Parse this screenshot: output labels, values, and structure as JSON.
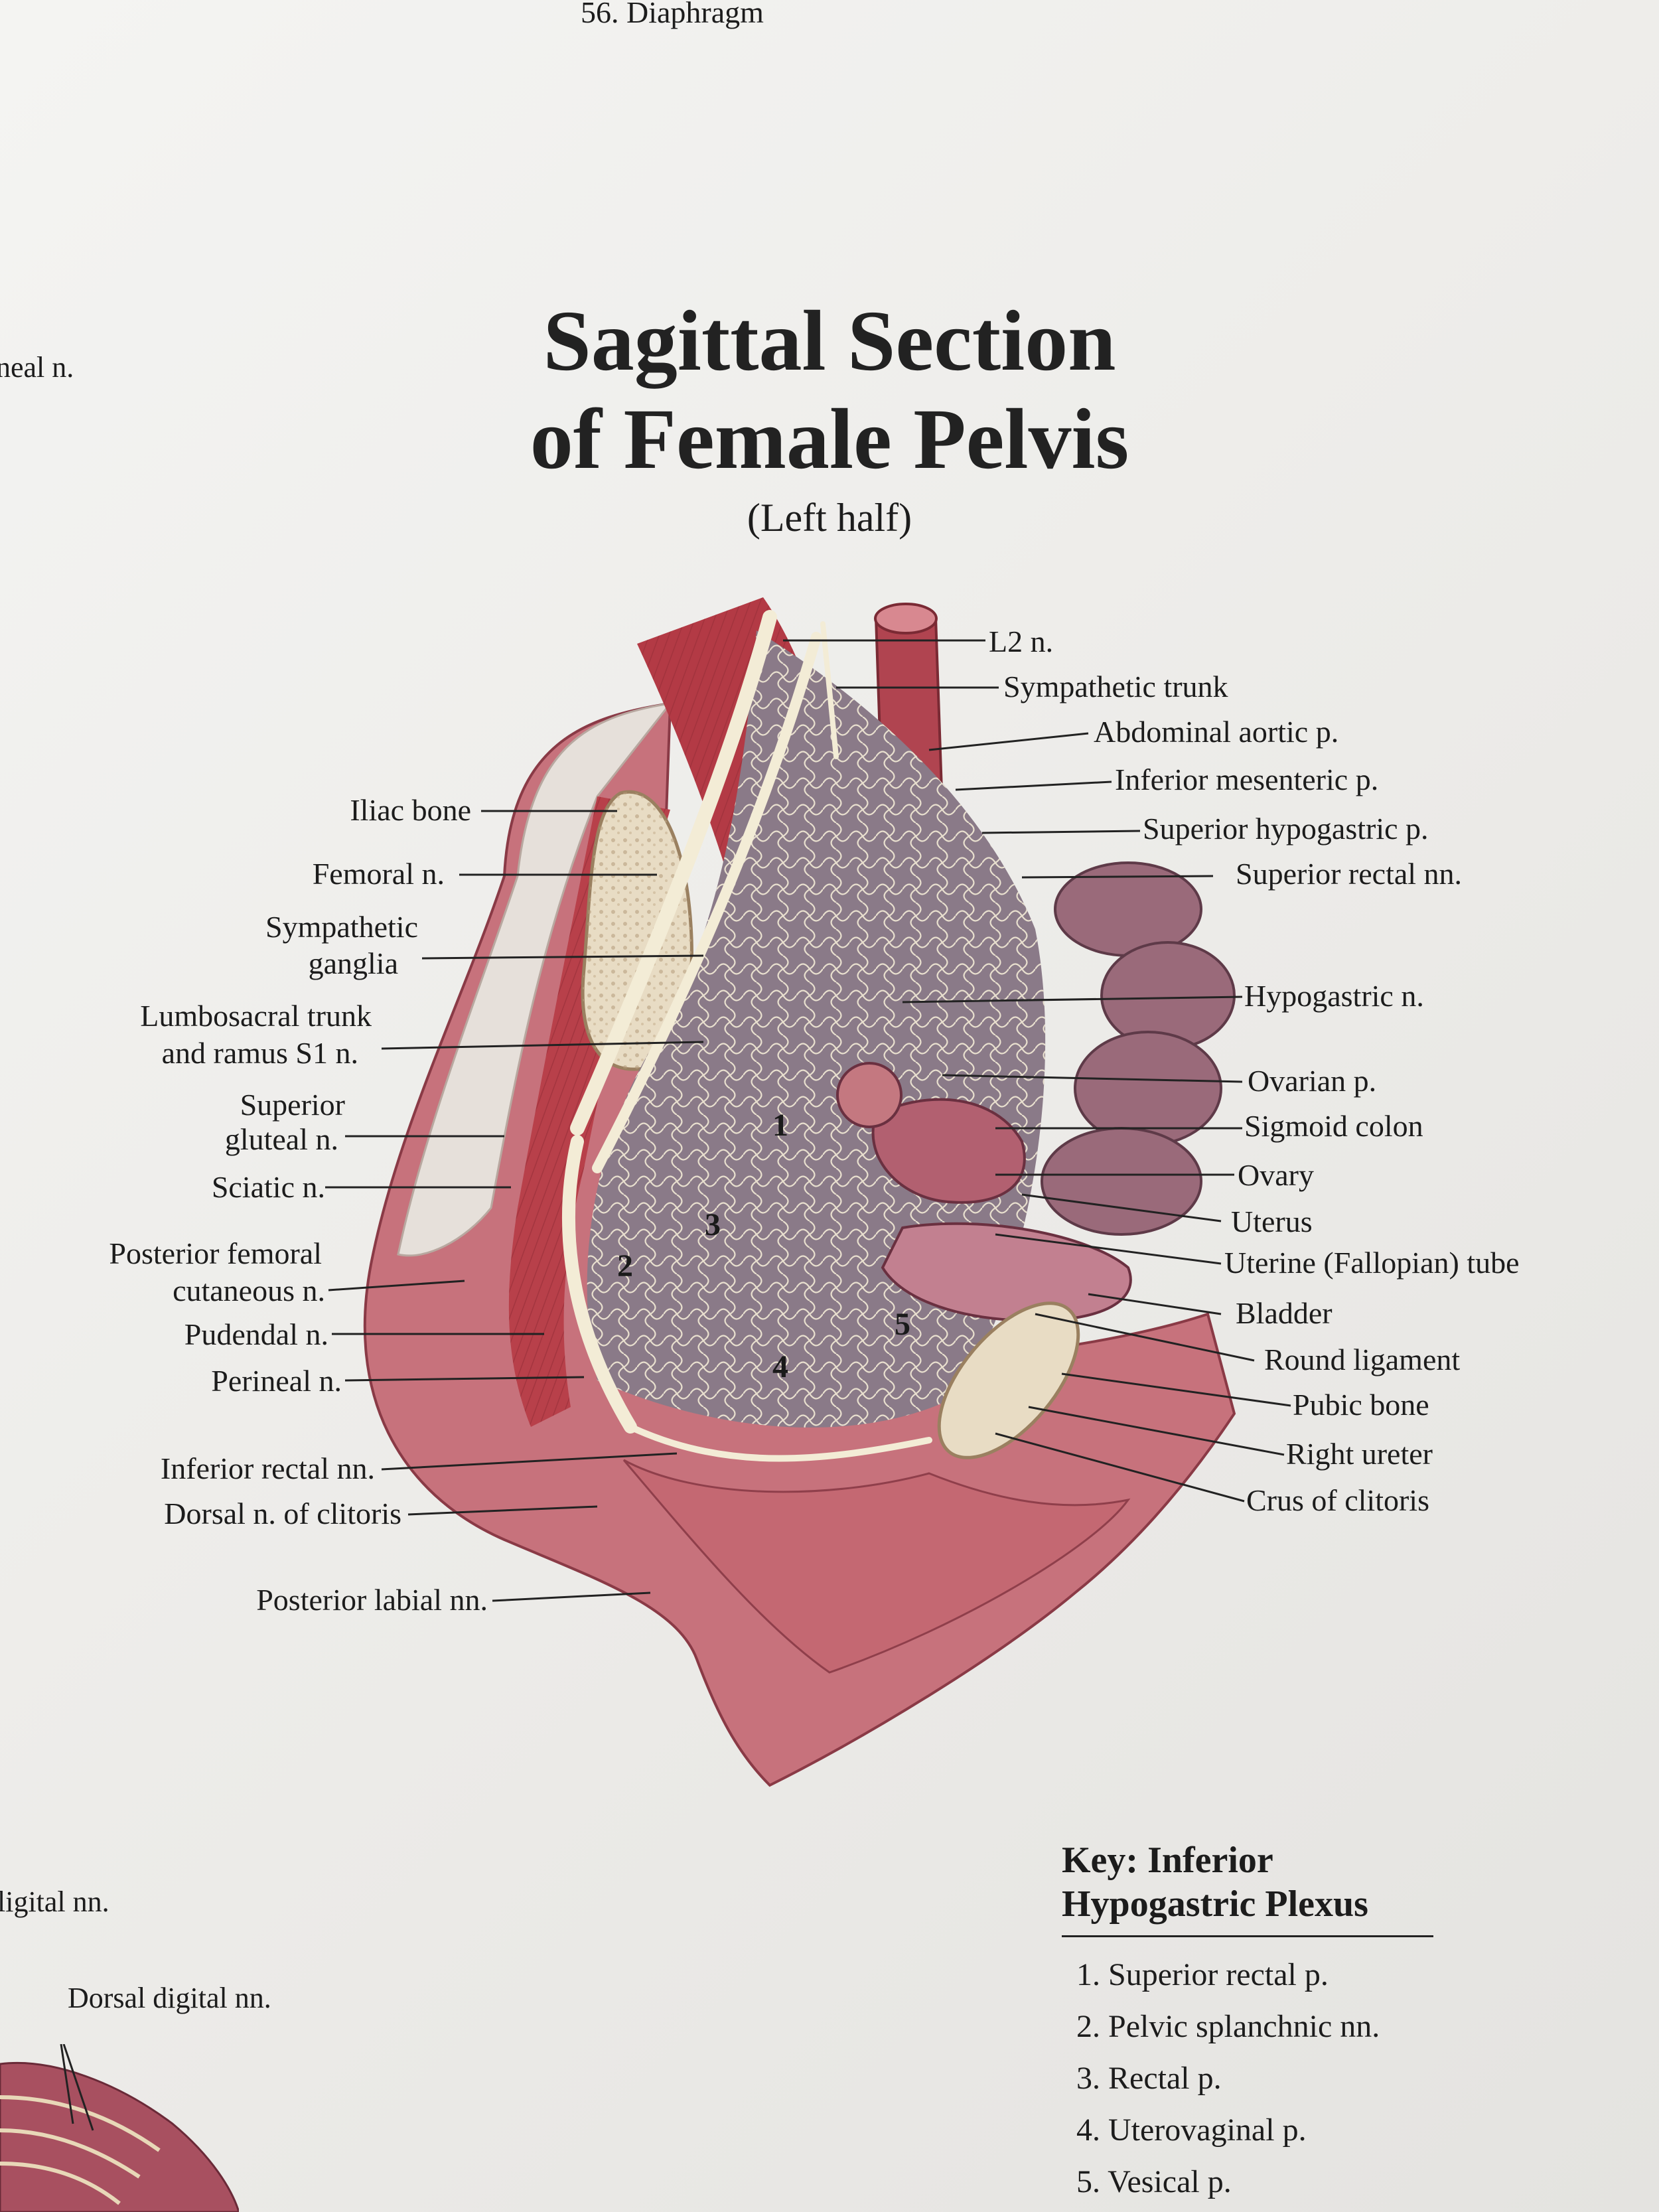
{
  "page": {
    "top_caption": "56. Diaphragm",
    "edge_fragments": [
      "neal n.",
      "ligital nn.",
      "Dorsal digital nn."
    ],
    "title_line1": "Sagittal Section",
    "title_line2": "of Female Pelvis",
    "subtitle": "(Left half)"
  },
  "labels_left": [
    "Iliac bone",
    "Femoral n.",
    "Sympathetic",
    "ganglia",
    "Lumbosacral trunk",
    "and ramus S1 n.",
    "Superior",
    "gluteal n.",
    "Sciatic n.",
    "Posterior femoral",
    "cutaneous n.",
    "Pudendal n.",
    "Perineal n.",
    "Inferior rectal nn.",
    "Dorsal n. of clitoris",
    "Posterior labial nn."
  ],
  "labels_right": [
    "L2 n.",
    "Sympathetic trunk",
    "Abdominal aortic p.",
    "Inferior mesenteric p.",
    "Superior hypogastric p.",
    "Superior rectal nn.",
    "Hypogastric n.",
    "Ovarian p.",
    "Sigmoid colon",
    "Ovary",
    "Uterus",
    "Uterine (Fallopian) tube",
    "Bladder",
    "Round ligament",
    "Pubic bone",
    "Right ureter",
    "Crus of clitoris"
  ],
  "markers": [
    "1",
    "2",
    "3",
    "4",
    "5"
  ],
  "key": {
    "title_line1": "Key: Inferior",
    "title_line2": "Hypogastric Plexus",
    "items": [
      "1. Superior rectal p.",
      "2. Pelvic splanchnic nn.",
      "3. Rectal p.",
      "4. Uterovaginal p.",
      "5. Vesical p."
    ]
  },
  "colors": {
    "muscle": "#b8404a",
    "skin": "#c4707a",
    "bone": "#e8dcc4",
    "nerve": "#f3ecd6",
    "organ": "#a86070"
  }
}
